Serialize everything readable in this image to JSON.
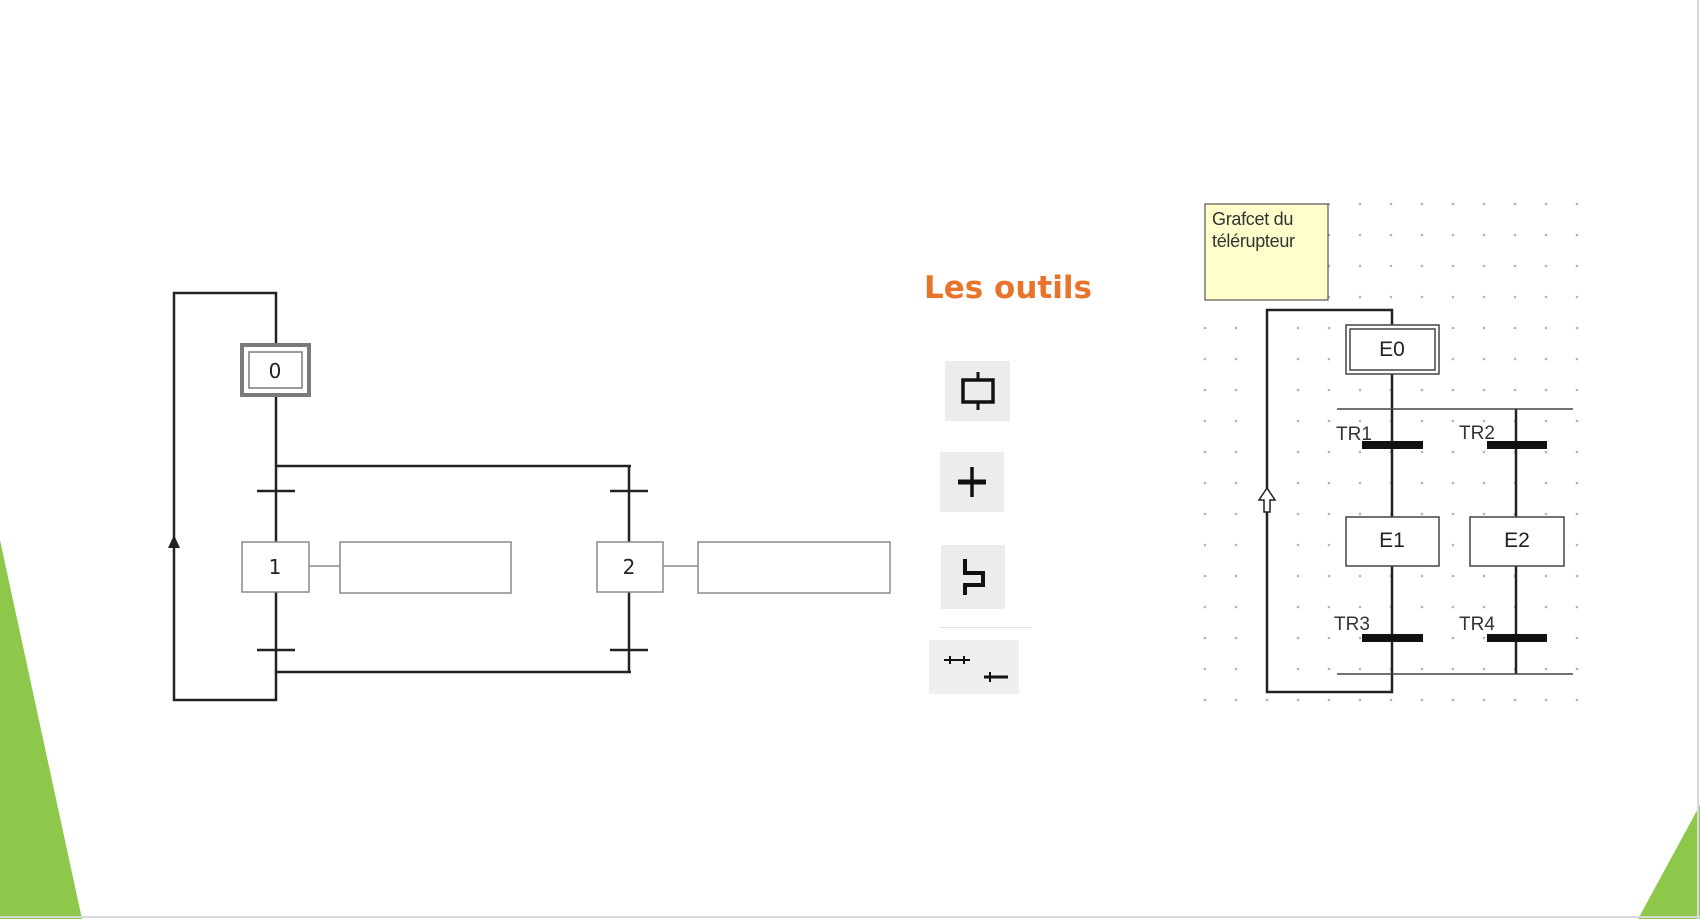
{
  "left_grafcet": {
    "steps": {
      "initial": "0",
      "s1": "1",
      "s2": "2"
    }
  },
  "tools": {
    "title": "Les outils",
    "items": [
      {
        "icon": "step-tool-icon"
      },
      {
        "icon": "transition-tool-icon"
      },
      {
        "icon": "link-tool-icon"
      },
      {
        "icon": "divergence-tool-icon"
      }
    ]
  },
  "right_grafcet": {
    "note": "Grafcet du télérupteur",
    "steps": {
      "e0": "E0",
      "e1": "E1",
      "e2": "E2"
    },
    "transitions": {
      "tr1": "TR1",
      "tr2": "TR2",
      "tr3": "TR3",
      "tr4": "TR4"
    }
  },
  "colors": {
    "accent_orange": "#E8742C",
    "slide_green": "#8DC84A",
    "note_fill": "#FFFFCC",
    "line": "#222222"
  }
}
